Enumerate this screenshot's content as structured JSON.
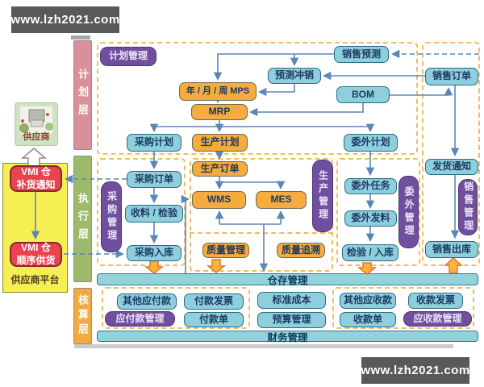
{
  "watermark": {
    "top": "www.lzh2021.com",
    "bottom": "www.lzh2021.com"
  },
  "palette": {
    "banner_bg": "#58595b",
    "node_blue": "#8ecfdd",
    "node_orange": "#f5ab3e",
    "node_purple": "#6f4f9e",
    "node_red": "#e8434e",
    "bar_teal": "#93d2da",
    "layer_planning": "#d9909a",
    "layer_execution": "#9cba6a",
    "layer_accounting": "#f2a93f",
    "panel_yellow": "#f6ef53",
    "connector_line": "#5b86b8",
    "dashed_frame": "#eebf63",
    "block_arrow": "#f9b440"
  },
  "layers": {
    "planning": "计划层",
    "execution": "执行层",
    "accounting": "核算层"
  },
  "supplier": {
    "label": "供应商",
    "platform": "供应商平台",
    "vmi_replenish_line1": "VMI 仓",
    "vmi_replenish_line2": "补货通知",
    "vmi_sequence_line1": "VMI 仓",
    "vmi_sequence_line2": "顺序供货"
  },
  "nodes": {
    "planning_mgmt": "计划管理",
    "sales_forecast": "销售预测",
    "forecast_offset": "预测冲销",
    "sales_order": "销售订单",
    "mps": "年 / 月 / 周 MPS",
    "bom": "BOM",
    "mrp": "MRP",
    "purchase_plan": "采购计划",
    "production_plan": "生产计划",
    "outsourcing_plan": "委外计划",
    "purchase_order": "采购订单",
    "receive_inspect": "收料 / 检验",
    "purchase_in": "采购入库",
    "purchase_mgmt": "采购管理",
    "production_order": "生产订单",
    "wms": "WMS",
    "mes": "MES",
    "production_mgmt": "生产管理",
    "quality_mgmt": "质量管理",
    "quality_trace": "质量追溯",
    "outsourcing_task": "委外任务",
    "outsourcing_issue": "委外发料",
    "inspect_in": "检验 / 入库",
    "outsourcing_mgmt": "委外管理",
    "delivery_notice": "发货通知",
    "sales_out": "销售出库",
    "sales_mgmt": "销售管理",
    "other_payable": "其他应付款",
    "payment_invoice": "付款发票",
    "payable_mgmt": "应付款管理",
    "payment_note": "付款单",
    "std_cost": "标准成本",
    "budget_mgmt": "预算管理",
    "other_receivable": "其他应收款",
    "receipt_invoice": "收款发票",
    "receipt_note": "收款单",
    "receivable_mgmt": "应收款管理"
  },
  "bars": {
    "warehouse": "仓存管理",
    "finance": "财务管理"
  }
}
